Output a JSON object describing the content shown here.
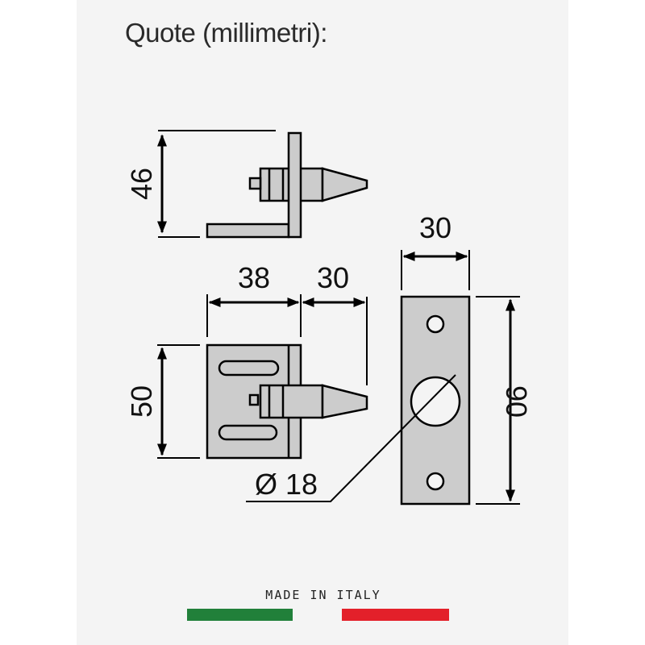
{
  "title": "Quote (millimetri):",
  "dimensions": {
    "height_top_view": "46",
    "width_plate": "38",
    "pin_length": "30",
    "height_plate": "50",
    "keeper_width": "30",
    "keeper_height": "90",
    "hole_diameter": "Ø 18"
  },
  "footer": {
    "made_in": "MADE IN ITALY",
    "flag_colors": {
      "green": "#21803a",
      "red": "#e3202a"
    }
  }
}
